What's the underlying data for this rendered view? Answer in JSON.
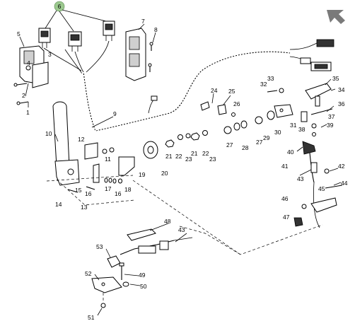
{
  "badge": {
    "label": "6",
    "color": "#9cc98f"
  },
  "nav_icon": "arrow-back-icon",
  "nav_color": "#7a7a7a",
  "callouts": {
    "c1": "1",
    "c2": "2",
    "c3": "3",
    "c4": "4",
    "c5": "5",
    "c7": "7",
    "c8": "8",
    "c9": "9",
    "c10": "10",
    "c11": "11",
    "c12": "12",
    "c13": "13",
    "c14": "14",
    "c15": "15",
    "c16a": "16",
    "c16b": "16",
    "c17": "17",
    "c18": "18",
    "c19": "19",
    "c20": "20",
    "c21a": "21",
    "c21b": "21",
    "c22a": "22",
    "c22b": "22",
    "c23a": "23",
    "c23b": "23",
    "c24": "24",
    "c25": "25",
    "c26": "26",
    "c27a": "27",
    "c27b": "27",
    "c28": "28",
    "c29": "29",
    "c30": "30",
    "c31": "31",
    "c32": "32",
    "c33": "33",
    "c34": "34",
    "c35": "35",
    "c36": "36",
    "c37": "37",
    "c38": "38",
    "c39": "39",
    "c40": "40",
    "c41": "41",
    "c42": "42",
    "c43a": "43",
    "c43b": "43",
    "c44": "44",
    "c45": "45",
    "c46": "46",
    "c47": "47",
    "c48": "48",
    "c49": "49",
    "c50": "50",
    "c51": "51",
    "c52": "52",
    "c53": "53"
  }
}
